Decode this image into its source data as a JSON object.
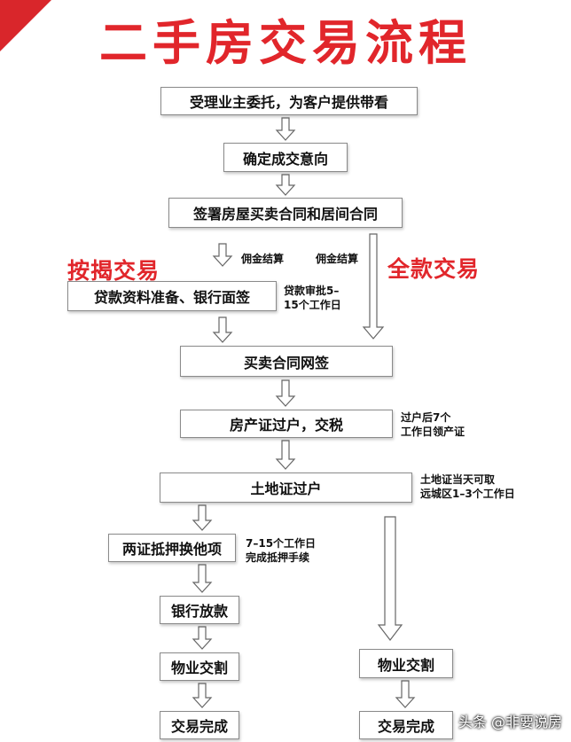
{
  "title": "二手房交易流程",
  "steps": {
    "entrust": "受理业主委托，为客户提供带看",
    "intent": "确定成交意向",
    "contract": "签署房屋买卖合同和居间合同",
    "loan_prep": "贷款资料准备、银行面签",
    "online_sign": "买卖合同网签",
    "house_cert": "房产证过户，交税",
    "land_cert": "土地证过户",
    "release": "两证抵押换他项",
    "bank_loan": "银行放款",
    "handover_loan": "物业交割",
    "done_loan": "交易完成",
    "handover_cash": "物业交割",
    "done_cash": "交易完成"
  },
  "branches": {
    "mortgage": "按揭交易",
    "full_payment": "全款交易"
  },
  "notes": {
    "commission_left": "佣金结算",
    "commission_right": "佣金结算",
    "loan_approval_1": "贷款审批5–",
    "loan_approval_2": "15个工作日",
    "house_cert_1": "过户后7个",
    "house_cert_2": "工作日领产证",
    "land_cert_1": "土地证当天可取",
    "land_cert_2": "远城区1–3个工作日",
    "release_1": "7–15个工作日",
    "release_2": "完成抵押手续"
  },
  "watermark": "头条 @非要说房"
}
